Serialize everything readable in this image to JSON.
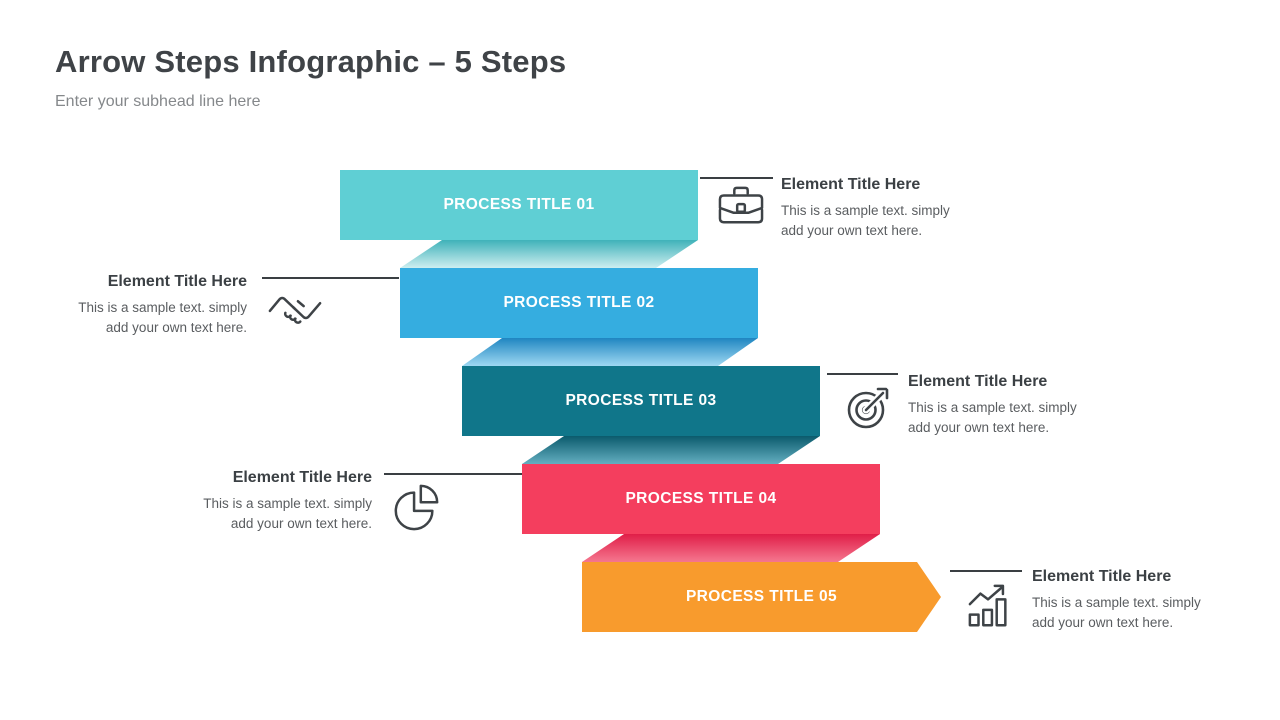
{
  "header": {
    "title": "Arrow Steps Infographic – 5 Steps",
    "subtitle": "Enter your subhead line here"
  },
  "steps": [
    {
      "label": "PROCESS TITLE 01",
      "bar_color": "#5FCFD4",
      "fold_top": "#3FB2B9",
      "fold_bottom": "#CDEEF0",
      "annotation_side": "right",
      "icon": "briefcase-icon",
      "annotation": {
        "title": "Element Title Here",
        "line1": "This is a sample text. simply",
        "line2": "add your own text here."
      }
    },
    {
      "label": "PROCESS TITLE 02",
      "bar_color": "#35ADE0",
      "fold_top": "#1F86C1",
      "fold_bottom": "#9ED8F2",
      "annotation_side": "left",
      "icon": "handshake-icon",
      "annotation": {
        "title": "Element Title Here",
        "line1": "This is a sample text. simply",
        "line2": "add your own text here."
      }
    },
    {
      "label": "PROCESS TITLE 03",
      "bar_color": "#10768A",
      "fold_top": "#0B5B6D",
      "fold_bottom": "#64AEC0",
      "annotation_side": "right",
      "icon": "target-icon",
      "annotation": {
        "title": "Element Title Here",
        "line1": "This is a sample text. simply",
        "line2": "add your own text here."
      }
    },
    {
      "label": "PROCESS TITLE 04",
      "bar_color": "#F43E5E",
      "fold_top": "#E01E48",
      "fold_bottom": "#F5778F",
      "annotation_side": "left",
      "icon": "pie-chart-icon",
      "annotation": {
        "title": "Element Title Here",
        "line1": "This is a sample text. simply",
        "line2": "add your own text here."
      }
    },
    {
      "label": "PROCESS TITLE 05",
      "bar_color": "#F89B2D",
      "fold_top": null,
      "fold_bottom": null,
      "annotation_side": "right",
      "icon": "growth-chart-icon",
      "annotation": {
        "title": "Element Title Here",
        "line1": "This is a sample text. simply",
        "line2": "add your own text here."
      }
    }
  ],
  "colors": {
    "background": "#FFFFFF",
    "title_text": "#3F4347",
    "subtitle_text": "#85888B",
    "annotation_title_text": "#3B4044",
    "annotation_body_text": "#5A5D60",
    "bar_label_text": "#FFFFFF",
    "connector_line": "#3A3F43",
    "icon_stroke": "#3E4347"
  }
}
